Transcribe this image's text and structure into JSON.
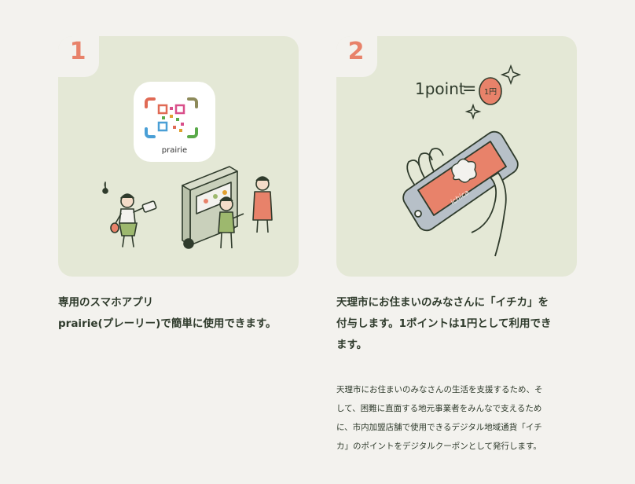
{
  "step1": {
    "number": "1",
    "app_name": "prairie",
    "caption_line1": "専用のスマホアプリ",
    "caption_line2": "prairie(プレーリー)で簡単に使用できます。"
  },
  "step2": {
    "number": "2",
    "formula_left": "1point",
    "formula_eq": "=",
    "coin_label": "1円",
    "phone_brand": "ichica",
    "caption_line1": "天理市にお住まいのみなさんに「イチカ」を",
    "caption_line2": "付与します。1ポイントは1円として利用でき",
    "caption_line3": "ます。",
    "desc_line1": "天理市にお住まいのみなさんの生活を支援するため、そ",
    "desc_line2": "して、困難に直面する地元事業者をみんなで支えるため",
    "desc_line3": "に、市内加盟店舗で使用できるデジタル地域通貨「イチ",
    "desc_line4": "カ」のポイントをデジタルクーポンとして発行します。"
  },
  "colors": {
    "background": "#f3f2ee",
    "card": "#e4e8d6",
    "accent": "#e8826a",
    "ink": "#2f3b2c"
  }
}
